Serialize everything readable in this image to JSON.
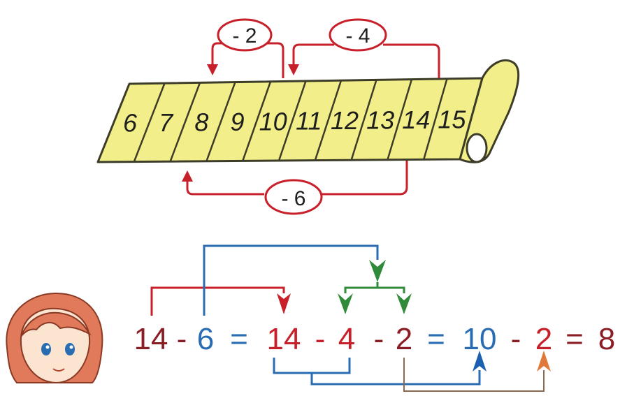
{
  "colors": {
    "strip_fill": "#f2ef8a",
    "strip_stroke": "#3c3c28",
    "red": "#c8202a",
    "blue": "#2a6cb2",
    "green": "#2f8a3a",
    "dark_red": "#8b1e24",
    "orange": "#e07a3a",
    "teal_blue": "#1b5fb0",
    "text": "#1e1e1e"
  },
  "number_strip": {
    "cells": [
      "6",
      "7",
      "8",
      "9",
      "10",
      "11",
      "12",
      "13",
      "14",
      "15"
    ]
  },
  "jumps": [
    {
      "id": "minus-two",
      "label": "- 2",
      "from": "10",
      "to": "8"
    },
    {
      "id": "minus-four",
      "label": "- 4",
      "from": "14",
      "to": "10"
    },
    {
      "id": "minus-six",
      "label": "- 6",
      "from": "14",
      "to": "8"
    }
  ],
  "equation": {
    "t1": "14",
    "op1": "-",
    "t2": "6",
    "eq1": "=",
    "t3": "14",
    "op2": "-",
    "t4": "4",
    "op3": "-",
    "t5": "2",
    "eq2": "=",
    "t6": "10",
    "op4": "-",
    "t7": "2",
    "eq3": "=",
    "t8": "8"
  },
  "icons": {
    "child_face": "child-face-icon",
    "scroll_roll": "scroll-roll-icon"
  }
}
